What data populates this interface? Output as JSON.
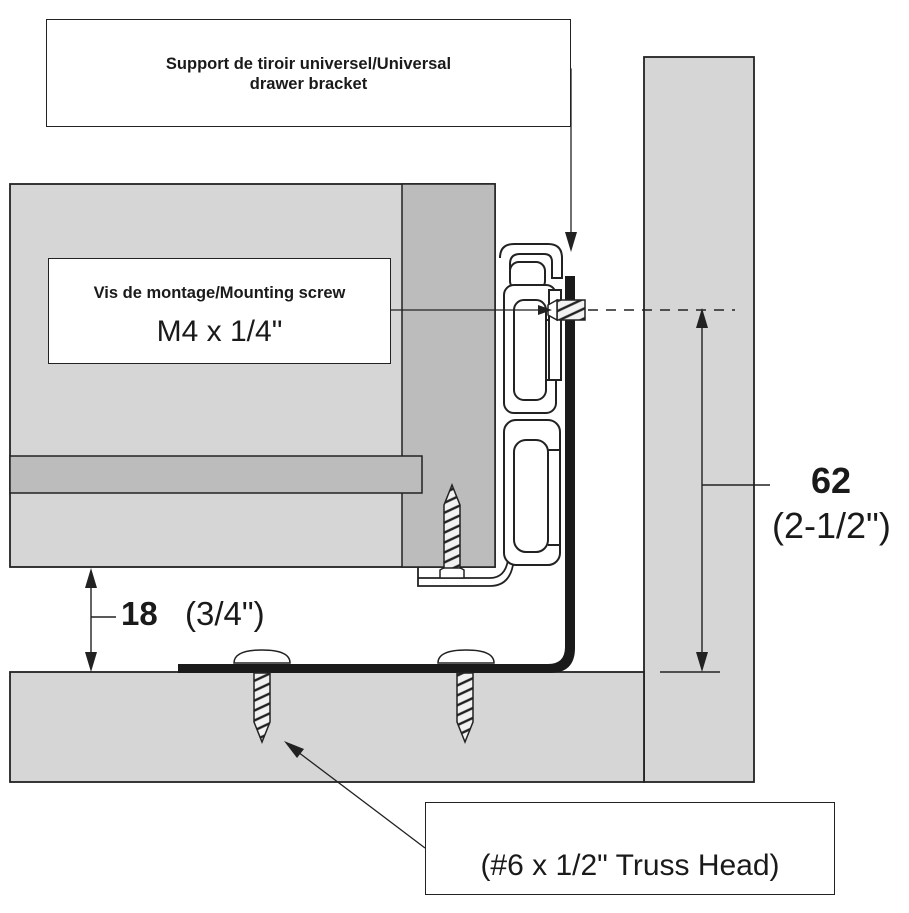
{
  "callouts": {
    "bracket": {
      "line1": "Support de tiroir universel/Universal",
      "line2": "drawer bracket"
    },
    "mounting_screw": {
      "title": "Vis de montage/Mounting screw",
      "value": "M4 x 1/4\""
    },
    "truss_screw": {
      "value": "(#6 x 1/2\" Truss Head)"
    }
  },
  "dimensions": {
    "gap": {
      "mm": "18",
      "inch": "(3/4\")"
    },
    "height": {
      "mm": "62",
      "inch": "(2-1/2\")"
    }
  },
  "colors": {
    "panel": "#d6d6d6",
    "panel_dark": "#bcbcbc",
    "rail": "#1a1a1a",
    "line": "#222222"
  }
}
